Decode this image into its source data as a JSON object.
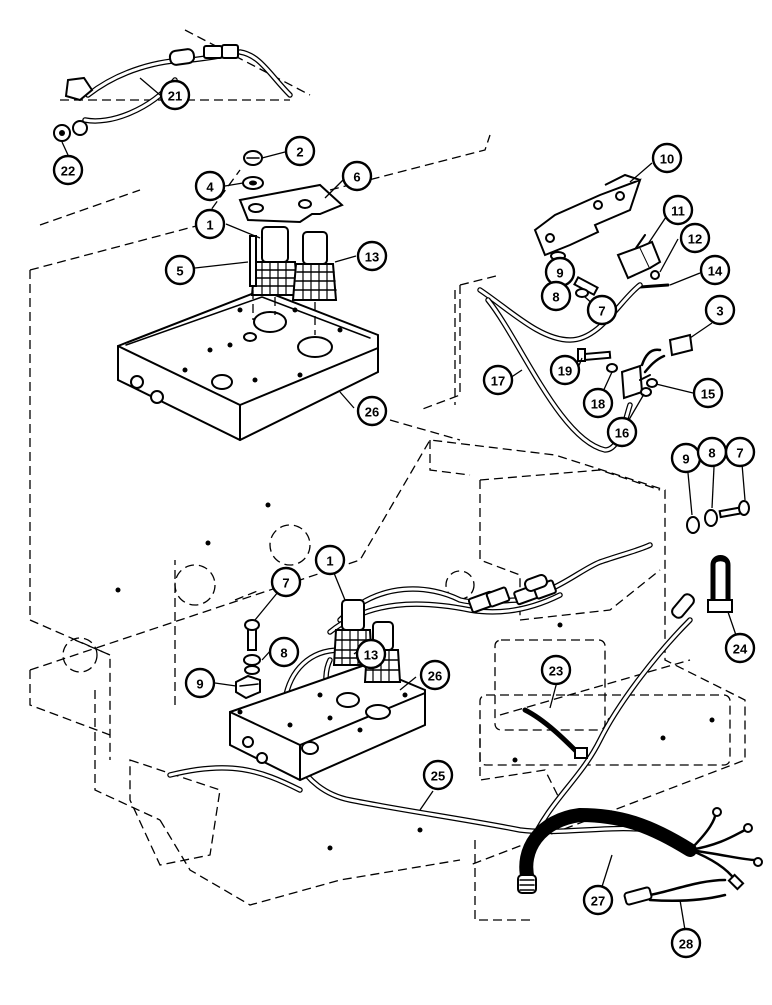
{
  "callouts": [
    {
      "id": "c21",
      "label": "21"
    },
    {
      "id": "c22",
      "label": "22"
    },
    {
      "id": "c2",
      "label": "2"
    },
    {
      "id": "c4",
      "label": "4"
    },
    {
      "id": "c6",
      "label": "6"
    },
    {
      "id": "c1a",
      "label": "1"
    },
    {
      "id": "c5",
      "label": "5"
    },
    {
      "id": "c13a",
      "label": "13"
    },
    {
      "id": "c26a",
      "label": "26"
    },
    {
      "id": "c10",
      "label": "10"
    },
    {
      "id": "c11",
      "label": "11"
    },
    {
      "id": "c12",
      "label": "12"
    },
    {
      "id": "c9a",
      "label": "9"
    },
    {
      "id": "c8a",
      "label": "8"
    },
    {
      "id": "c7a",
      "label": "7"
    },
    {
      "id": "c14",
      "label": "14"
    },
    {
      "id": "c3",
      "label": "3"
    },
    {
      "id": "c17",
      "label": "17"
    },
    {
      "id": "c19",
      "label": "19"
    },
    {
      "id": "c18",
      "label": "18"
    },
    {
      "id": "c16",
      "label": "16"
    },
    {
      "id": "c15",
      "label": "15"
    },
    {
      "id": "c9b",
      "label": "9"
    },
    {
      "id": "c8b",
      "label": "8"
    },
    {
      "id": "c7b",
      "label": "7"
    },
    {
      "id": "c1b",
      "label": "1"
    },
    {
      "id": "c7c",
      "label": "7"
    },
    {
      "id": "c13b",
      "label": "13"
    },
    {
      "id": "c8c",
      "label": "8"
    },
    {
      "id": "c9c",
      "label": "9"
    },
    {
      "id": "c26b",
      "label": "26"
    },
    {
      "id": "c23",
      "label": "23"
    },
    {
      "id": "c24",
      "label": "24"
    },
    {
      "id": "c25",
      "label": "25"
    },
    {
      "id": "c27",
      "label": "27"
    },
    {
      "id": "c28",
      "label": "28"
    }
  ]
}
